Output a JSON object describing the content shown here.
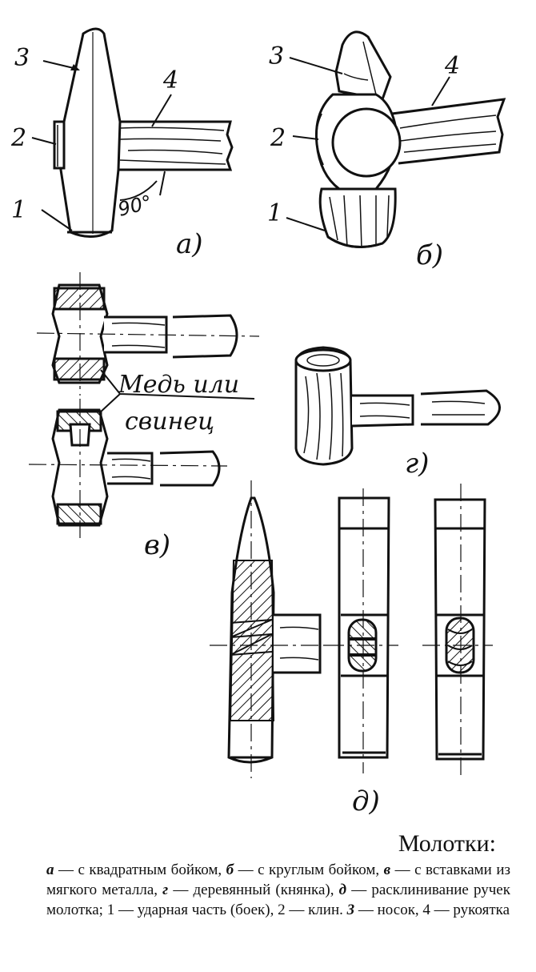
{
  "figure": {
    "panels": {
      "a": {
        "sublabel": "а)",
        "callouts": [
          "3",
          "2",
          "4",
          "1"
        ],
        "angle_label": "90°"
      },
      "b": {
        "sublabel": "б)",
        "callouts": [
          "3",
          "2",
          "4",
          "1"
        ]
      },
      "v": {
        "sublabel": "в)",
        "note_line1": "Медь или",
        "note_line2": "свинец"
      },
      "g": {
        "sublabel": "г)"
      },
      "d": {
        "sublabel": "д)"
      }
    }
  },
  "caption": {
    "title": "Молотки:",
    "items": [
      {
        "key": "а",
        "text": " — с квадратным бойком, "
      },
      {
        "key": "б",
        "text": " — с круглым бойком, "
      },
      {
        "key": "в",
        "text": " — с вставками из мягкого металла, "
      },
      {
        "key": "г",
        "text": " — деревянный (княнка), "
      },
      {
        "key": "д",
        "text": " — расклинивание ручек молотка; 1 — ударная часть (боек), 2 — клин. "
      },
      {
        "key": "3",
        "text": " — носок, 4 — рукоятка"
      }
    ]
  }
}
